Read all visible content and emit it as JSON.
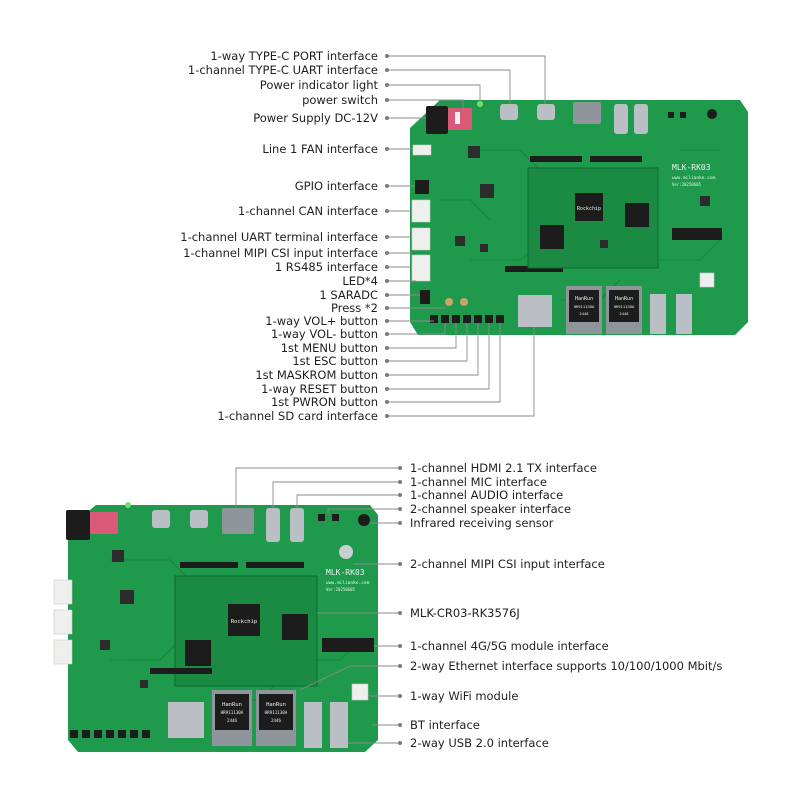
{
  "top_board": {
    "labels": [
      "1-way TYPE-C PORT interface",
      "1-channel TYPE-C UART interface",
      "Power indicator light",
      "power switch",
      "Power Supply DC-12V",
      "Line 1 FAN interface",
      "GPIO interface",
      "1-channel CAN interface",
      "1-channel UART terminal interface",
      "1-channel MIPI CSI input interface",
      "1 RS485 interface",
      "LED*4",
      "1 SARADC",
      "Press *2",
      "1-way VOL+ button",
      "1-way VOL- button",
      "1st MENU button",
      "1st ESC button",
      "1st MASKROM button",
      "1-way RESET button",
      "1st PWRON button",
      "1-channel SD card interface"
    ],
    "silk": {
      "model": "MLK-RK03",
      "site": "www.milianke.com",
      "ver": "Ver:20250605",
      "chip_brand": "Rockchip",
      "eth_brand": "HanRun",
      "eth_part": "HR911130A",
      "eth_code": "2446"
    }
  },
  "bottom_board": {
    "labels": [
      "1-channel HDMI 2.1 TX interface",
      "1-channel MIC interface",
      "1-channel AUDIO interface",
      "2-channel speaker interface",
      "Infrared receiving sensor",
      "2-channel MIPI CSI input interface",
      "MLK-CR03-RK3576J",
      "1-channel 4G/5G module interface",
      "2-way Ethernet interface supports 10/100/1000 Mbit/s",
      "1-way WiFi module",
      "BT interface",
      "2-way USB 2.0 interface"
    ],
    "silk": {
      "model": "MLK-RK03",
      "site": "www.milianke.com",
      "ver": "Ver:20250605",
      "chip_brand": "Rockchip",
      "eth_brand": "HanRun",
      "eth_part": "HR911130A",
      "eth_code": "2446"
    }
  },
  "colors": {
    "pcb": "#1f9a4c",
    "leader": "#8a8a8a",
    "text": "#1f1f1f"
  }
}
